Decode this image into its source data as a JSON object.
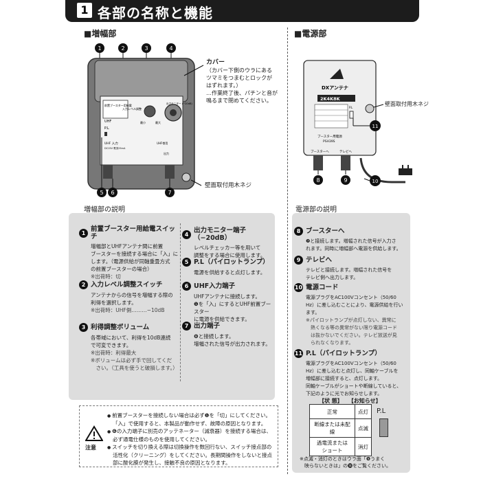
{
  "header": {
    "number": "1",
    "title": "各部の名称と機能"
  },
  "amp_section": {
    "label": "■増幅部",
    "desc_label": "増幅部の説明"
  },
  "power_section": {
    "label": "■電源部",
    "desc_label": "電源部の説明"
  },
  "amp_callouts": {
    "cover_title": "カバー",
    "cover_text": [
      "（カバー下側のウラにある",
      "ツマミをつまむとロックが",
      "はずれます。）"
    ],
    "cover_note": [
      "…作業終了後、パチンと音が",
      "鳴るまで閉めてください。"
    ],
    "screw": "壁面取付用木ネジ",
    "numbers": [
      "1",
      "2",
      "3",
      "4",
      "5",
      "6",
      "7"
    ]
  },
  "amp_device_labels": {
    "uhf": "UHF",
    "booster": "前置ブースター用給電",
    "level_switch": "入力レベル調整",
    "monitor": "出力モニター (−20dB)",
    "gain": [
      "最小",
      "最大"
    ],
    "uhf_in": "UHF 入力",
    "dc": "DC15V 電流25mA",
    "pl": "P.L",
    "model": "UHF帯用",
    "out": "出力"
  },
  "power_callouts": {
    "screw": "壁面取付用木ネジ",
    "numbers": [
      "8",
      "9",
      "10",
      "11"
    ]
  },
  "power_device_labels": {
    "brand": "DXアンテナ",
    "badge": "2K4K8K",
    "name": "ブースター用電源",
    "model": "PSH39S",
    "booster_port": "ブースターへ",
    "tv_port": "テレビへ",
    "pl": "P.L"
  },
  "amp_items": [
    {
      "num": "1",
      "title": "前置ブースター用給電スイッチ",
      "body": [
        "増幅部とUHFアンテナ間に前置",
        "ブースターを接続する場合に「入」に",
        "します。（電源供給が同軸重畳方式",
        "の前置ブースターの場合）"
      ],
      "notes": [
        "※出荷時：切"
      ]
    },
    {
      "num": "2",
      "title": "入力レベル調整スイッチ",
      "body": [
        "アンテナからの信号を増幅する際の",
        "利得を選択します。"
      ],
      "notes": [
        "※出荷時：UHF側………−10dB"
      ]
    },
    {
      "num": "3",
      "title": "利得調整ボリューム",
      "body": [
        "各帯域において、利得を10dB連続",
        "で可変できます。"
      ],
      "notes": [
        "※出荷時：利得最大",
        "※ボリュームは必ず手で回してくだ",
        "　さい。（工具を使うと破損します。）"
      ]
    },
    {
      "num": "4",
      "title": "出力モニター端子（−20dB）",
      "body": [
        "レベルチェッカー等を用いて",
        "調整をする場合に使用します。"
      ],
      "notes": []
    },
    {
      "num": "5",
      "title": "P.L（パイロットランプ）",
      "body": [
        "電源を供給すると点灯します。"
      ],
      "notes": []
    },
    {
      "num": "6",
      "title": "UHF入力端子",
      "body": [
        "UHFアンテナに接続します。",
        "❶を「入」にするとUHF前置ブースター",
        "に電源を供給できます。"
      ],
      "notes": []
    },
    {
      "num": "7",
      "title": "出力端子",
      "body": [
        "❽と接続します。",
        "増幅された信号が出力されます。"
      ],
      "notes": []
    }
  ],
  "power_items": [
    {
      "num": "8",
      "title": "ブースターへ",
      "body": [
        "❼と接続します。増幅された信号が入力さ",
        "れます。同時に増幅部へ電源を供給します。"
      ],
      "notes": []
    },
    {
      "num": "9",
      "title": "テレビへ",
      "body": [
        "テレビと接続します。増幅された信号を",
        "テレビ側へ出力します。"
      ],
      "notes": []
    },
    {
      "num": "10",
      "title": "電源コード",
      "body": [
        "電源プラグをAC100Vコンセント（50/60",
        "Hz）に差し込むことにより、電源供給を行い",
        "ます。"
      ],
      "notes": [
        "※パイロットランプが点灯しない、異常に",
        "　熱くなる等の異常がない限り電源コード",
        "　は抜かないでください。テレビ放送が見",
        "　られなくなります。"
      ]
    },
    {
      "num": "11",
      "title": "P.L（パイロットランプ）",
      "body": [
        "電源プラグをAC100Vコンセント（50/60",
        "Hz）に差し込むと点灯し、同軸ケーブルを",
        "増幅部に接続すると、点灯します。",
        "同軸ケーブルがショートや断線していると、",
        "下記のように光でお知らせします。"
      ],
      "notes": []
    }
  ],
  "state_table": {
    "header": "【状 態】　　【お知らせ】",
    "rows": [
      {
        "state": "正常",
        "signal": "点灯"
      },
      {
        "state": "断線または未配線",
        "signal": "点滅"
      },
      {
        "state": "過電流または\nショート",
        "signal": "消灯"
      }
    ],
    "pl_label": "P.L",
    "footnote": [
      "※点滅・消灯のときはウラ面「❺うまく",
      "　映らないときは」の⓮をご覧ください。"
    ]
  },
  "caution": {
    "label": "注意",
    "items": [
      "前置ブースターを接続しない場合は必ず❶を「切」にしてください。「入」で使用すると、本製品が動作せず、故障の原因となります。",
      "❻の入力端子に別売のアッテネーター（減衰器）を接続する場合は、必ず通電仕様のものを使用してください。",
      "スイッチを切り換える際は切換操作を数回行ない、スイッチ接点部の活性化（クリーニング）をしてください。長期間操作をしないと接点部に酸化膜が発生し、接触不良の原因となります。"
    ]
  }
}
